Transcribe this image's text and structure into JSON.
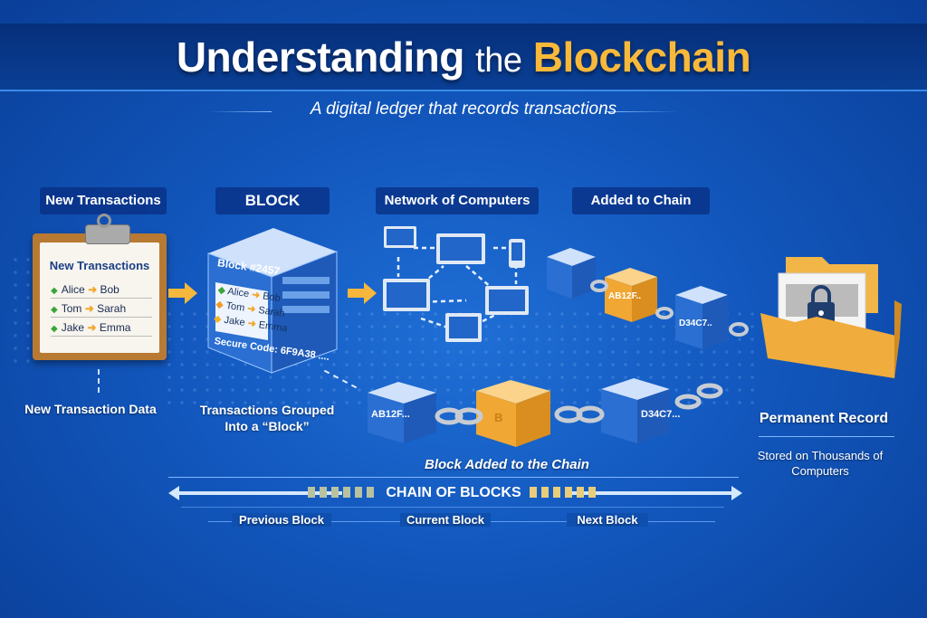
{
  "title": {
    "part1": "Understanding",
    "part2": "the",
    "part3": "Blockchain"
  },
  "subtitle": "A digital ledger that records transactions",
  "sections": {
    "new_transactions": "New Transactions",
    "block": "BLOCK",
    "network": "Network of Computers",
    "added": "Added to Chain"
  },
  "clipboard": {
    "title": "New Transactions",
    "transactions": [
      {
        "from": "Alice",
        "to": "Bob"
      },
      {
        "from": "Tom",
        "to": "Sarah"
      },
      {
        "from": "Jake",
        "to": "Emma"
      }
    ]
  },
  "block": {
    "name": "Block #2457",
    "transactions": [
      {
        "from": "Alice",
        "to": "Bob"
      },
      {
        "from": "Tom",
        "to": "Sarah"
      },
      {
        "from": "Jake",
        "to": "Emma"
      }
    ],
    "secure_code_label": "Secure Code:",
    "secure_code": "6F9A38 ...."
  },
  "chain_top": {
    "block1": "",
    "block2": "AB12F..",
    "block3": "D34C7.."
  },
  "chain_bottom": {
    "block1": "AB12F...",
    "block2": "B",
    "block3": "D34C7..."
  },
  "captions": {
    "new_data": "New Transaction Data",
    "grouped_line1": "Transactions Grouped",
    "grouped_line2": "Into a “Block”",
    "added": "Block Added to the Chain",
    "permanent": "Permanent Record",
    "stored_line1": "Stored on Thousands of",
    "stored_line2": "Computers"
  },
  "timeline": {
    "label": "CHAIN OF BLOCKS",
    "items": [
      "Previous Block",
      "Current Block",
      "Next Block"
    ]
  },
  "colors": {
    "accent": "#f8b93a",
    "background": "#1257bd",
    "header": "#062f7a"
  }
}
